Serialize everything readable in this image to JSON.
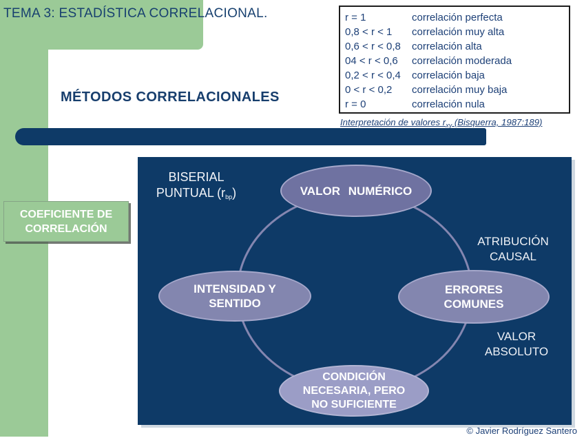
{
  "slide": {
    "title": "TEMA 3: ESTADÍSTICA CORRELACIONAL.",
    "subtitle": "MÉTODOS CORRELACIONALES",
    "copyright": "© Javier Rodríguez Santero"
  },
  "interpretation_box": {
    "rows": [
      {
        "range": "r = 1",
        "label": "correlación perfecta"
      },
      {
        "range": "0,8 < r < 1",
        "label": "correlación muy alta"
      },
      {
        "range": "0,6 < r < 0,8",
        "label": "correlación alta"
      },
      {
        "range": "04 < r < 0,6",
        "label": "correlación moderada"
      },
      {
        "range": "0,2 < r < 0,4",
        "label": "correlación baja"
      },
      {
        "range": "0 < r < 0,2",
        "label": "correlación muy baja"
      },
      {
        "range": "r = 0",
        "label": "correlación nula"
      }
    ],
    "caption": {
      "prefix": "Interpretación de valores r",
      "sub": "xy",
      "suffix": " (Bisquerra, 1987:189)"
    }
  },
  "sidebar": {
    "coefficient_label": "COEFICIENTE DE\nCORRELACIÓN"
  },
  "diagram": {
    "biserial": {
      "line1": "BISERIAL",
      "line2_prefix": "PUNTUAL (r",
      "line2_sub": "bp",
      "line2_suffix": ")"
    },
    "nodes": [
      {
        "id": "valor-numerico",
        "label": "VALOR NUMÉRICO",
        "fill": "#6f72a1"
      },
      {
        "id": "intensidad-sentido",
        "label": "INTENSIDAD Y\nSENTIDO",
        "fill": "#8386af"
      },
      {
        "id": "errores-comunes",
        "label": "ERRORES\nCOMUNES",
        "fill": "#8386af"
      },
      {
        "id": "condicion",
        "label": "CONDICIÓN\nNECESARIA, PERO\nNO SUFICIENTE",
        "fill": "#9b9dc6"
      }
    ],
    "side_labels": [
      {
        "id": "atribucion-causal",
        "text": "ATRIBUCIÓN\nCAUSAL"
      },
      {
        "id": "valor-absoluto",
        "text": "VALOR\nABSOLUTO"
      }
    ]
  },
  "colors": {
    "green": "#9bca97",
    "navy_panel": "#0e3a67",
    "text_navy": "#1d4077",
    "circle_stroke": "#8486b0",
    "ellipse_border": "#a6a8cb"
  }
}
